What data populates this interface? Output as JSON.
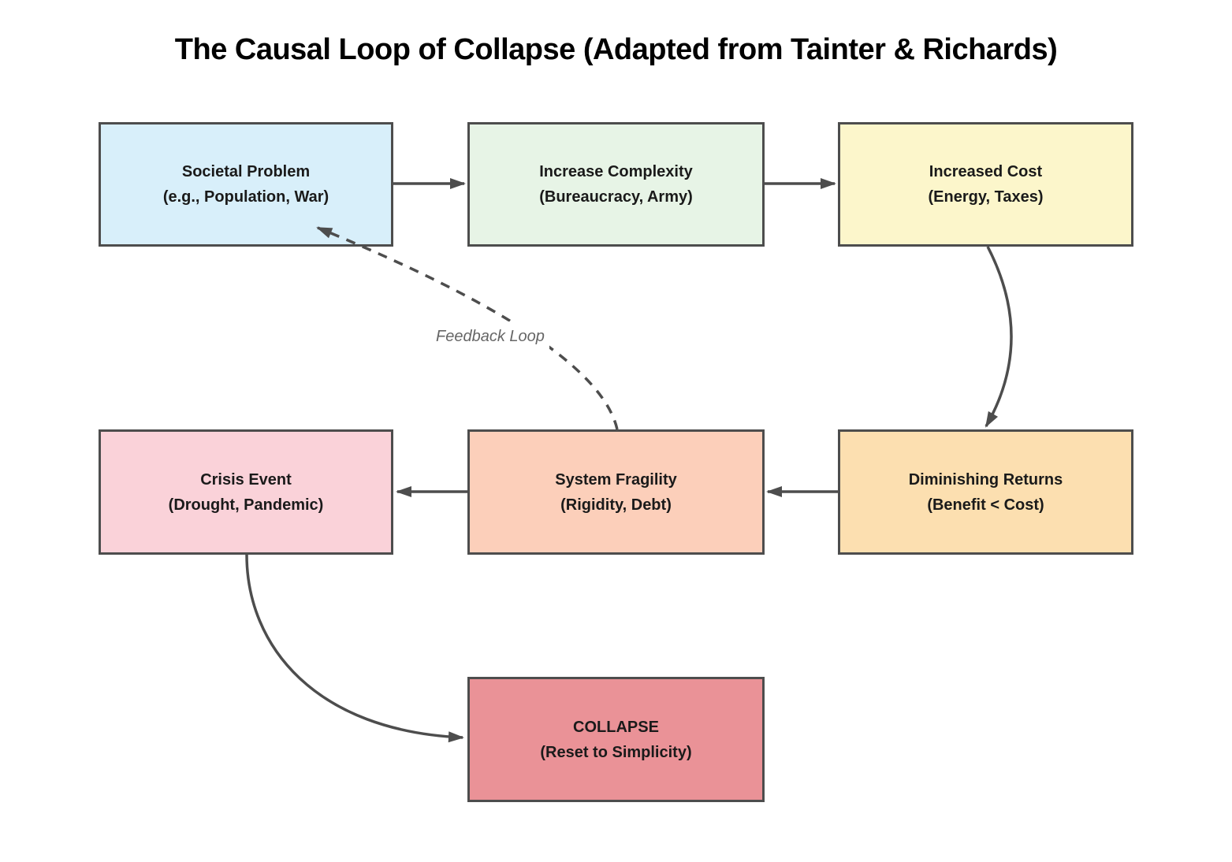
{
  "title": "The Causal Loop of Collapse (Adapted from Tainter & Richards)",
  "colors": {
    "background": "#ffffff",
    "title_text": "#000000",
    "node_border": "#4d4d4d",
    "node_text": "#1a1a1a",
    "arrow": "#4d4d4d",
    "edge_label_text": "#666666"
  },
  "nodes": [
    {
      "id": "societal-problem",
      "line1": "Societal Problem",
      "line2": "(e.g., Population, War)",
      "fill": "#d8effa"
    },
    {
      "id": "increase-complexity",
      "line1": "Increase Complexity",
      "line2": "(Bureaucracy, Army)",
      "fill": "#e7f4e6"
    },
    {
      "id": "increased-cost",
      "line1": "Increased Cost",
      "line2": "(Energy, Taxes)",
      "fill": "#fcf6cb"
    },
    {
      "id": "crisis-event",
      "line1": "Crisis Event",
      "line2": "(Drought, Pandemic)",
      "fill": "#fad2d9"
    },
    {
      "id": "system-fragility",
      "line1": "System Fragility",
      "line2": "(Rigidity, Debt)",
      "fill": "#fccfba"
    },
    {
      "id": "diminishing-returns",
      "line1": "Diminishing Returns",
      "line2": "(Benefit < Cost)",
      "fill": "#fcdfb0"
    },
    {
      "id": "collapse",
      "line1": "COLLAPSE",
      "line2": "(Reset to Simplicity)",
      "fill": "#ea9297"
    }
  ],
  "edges": [
    {
      "from": "societal-problem",
      "to": "increase-complexity",
      "style": "solid",
      "label": ""
    },
    {
      "from": "increase-complexity",
      "to": "increased-cost",
      "style": "solid",
      "label": ""
    },
    {
      "from": "increased-cost",
      "to": "diminishing-returns",
      "style": "solid",
      "label": ""
    },
    {
      "from": "diminishing-returns",
      "to": "system-fragility",
      "style": "solid",
      "label": ""
    },
    {
      "from": "system-fragility",
      "to": "crisis-event",
      "style": "solid",
      "label": ""
    },
    {
      "from": "crisis-event",
      "to": "collapse",
      "style": "solid",
      "label": ""
    },
    {
      "from": "system-fragility",
      "to": "societal-problem",
      "style": "dashed",
      "label": "Feedback Loop"
    }
  ]
}
